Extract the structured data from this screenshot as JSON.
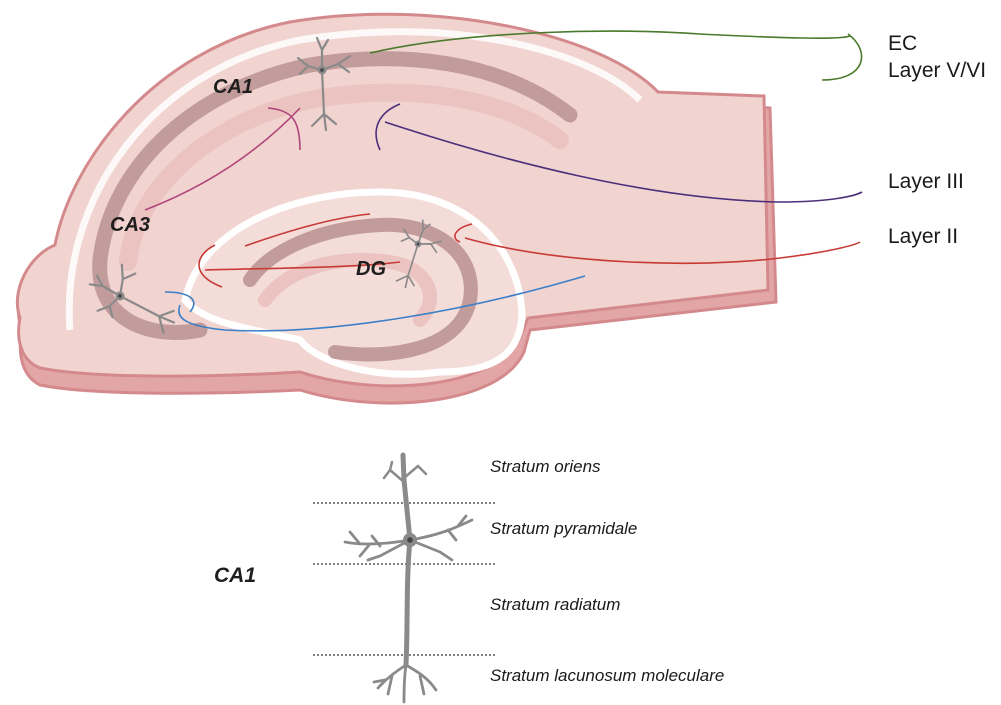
{
  "regions": {
    "ca1": "CA1",
    "ca3": "CA3",
    "dg": "DG"
  },
  "sources": {
    "ec": "EC",
    "layer_v_vi": "Layer V/VI",
    "layer_iii": "Layer III",
    "layer_ii": "Layer II"
  },
  "inset": {
    "region_label": "CA1",
    "layers": [
      "Stratum oriens",
      "Stratum pyramidale",
      "Stratum radiatum",
      "Stratum lacunosum moleculare"
    ]
  },
  "colors": {
    "tissue_fill": "#f1d3d0",
    "tissue_outline": "#d48a8c",
    "pyramidal_band": "#c29c9a",
    "neuron": "#8a8a8a",
    "pathway_layer_v_vi": "#4a7a2c",
    "pathway_layer_iii": "#4b2f7a",
    "pathway_layer_ii": "#c83a36",
    "pathway_dg_ca3": "#3b7fc8",
    "pathway_ca3_ca1": "#b0457a"
  }
}
